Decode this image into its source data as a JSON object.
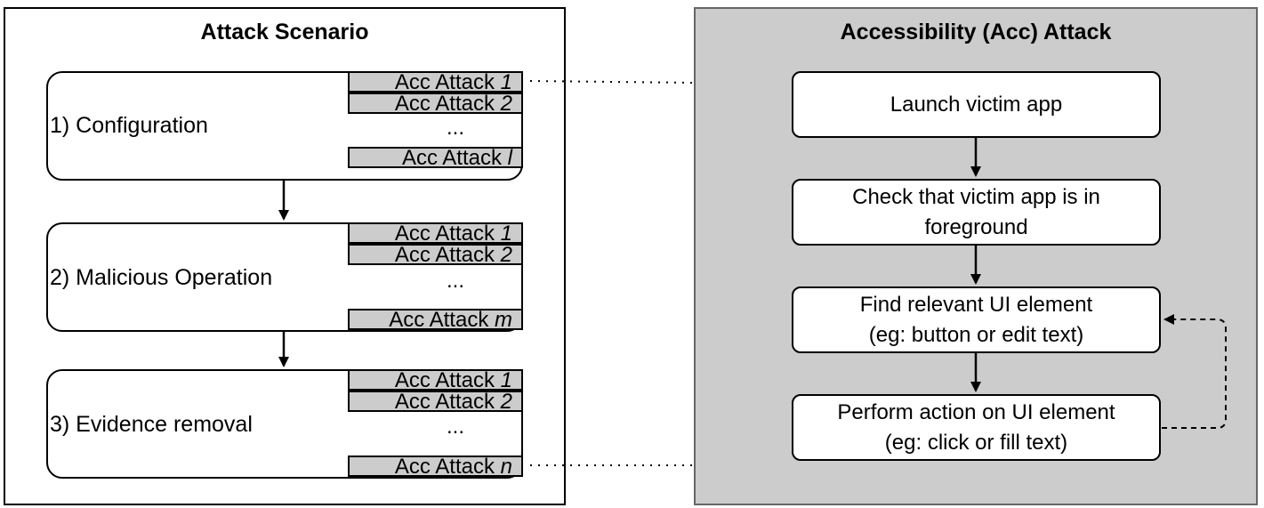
{
  "left_panel": {
    "title": "Attack Scenario",
    "phases": [
      {
        "label": "1) Configuration",
        "attacks": [
          {
            "prefix": "Acc Attack ",
            "index": "1"
          },
          {
            "prefix": "Acc Attack ",
            "index": "2"
          },
          {
            "prefix": "Acc Attack ",
            "index": "l"
          }
        ],
        "ellipsis": "..."
      },
      {
        "label": "2) Malicious Operation",
        "attacks": [
          {
            "prefix": "Acc Attack ",
            "index": "1"
          },
          {
            "prefix": "Acc Attack ",
            "index": "2"
          },
          {
            "prefix": "Acc Attack ",
            "index": "m"
          }
        ],
        "ellipsis": "..."
      },
      {
        "label": "3) Evidence removal",
        "attacks": [
          {
            "prefix": "Acc Attack ",
            "index": "1"
          },
          {
            "prefix": "Acc Attack ",
            "index": "2"
          },
          {
            "prefix": "Acc Attack ",
            "index": "n"
          }
        ],
        "ellipsis": "..."
      }
    ]
  },
  "right_panel": {
    "title": "Accessibility (Acc) Attack",
    "steps": [
      {
        "line1": "Launch victim app",
        "line2": ""
      },
      {
        "line1": "Check that victim app is in",
        "line2": "foreground"
      },
      {
        "line1": "Find relevant UI element",
        "line2": "(eg: button or edit text)"
      },
      {
        "line1": "Perform action on UI element",
        "line2": "(eg: click or fill text)"
      }
    ]
  },
  "colors": {
    "attack_box_fill": "#cccccc",
    "right_panel_fill": "#cccccc",
    "stroke": "#000000"
  }
}
